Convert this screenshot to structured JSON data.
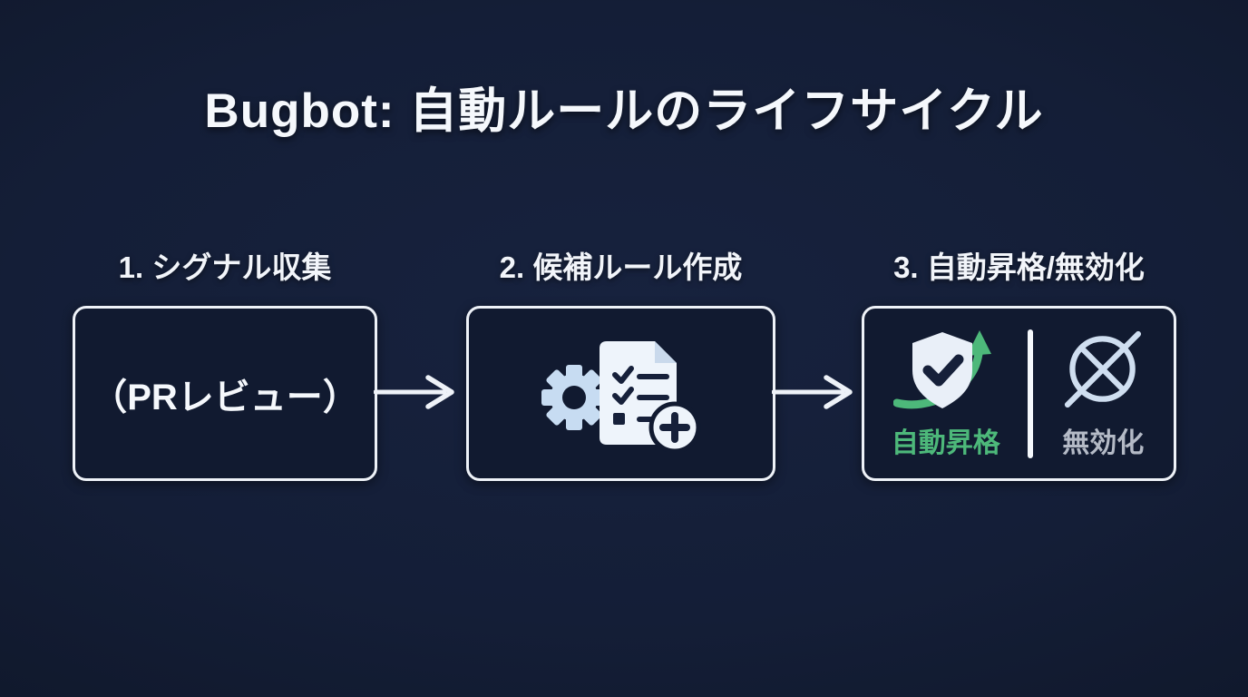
{
  "page": {
    "title": "Bugbot: 自動ルールのライフサイクル"
  },
  "colors": {
    "background": "#141e37",
    "box_border": "#eef2f8",
    "text": "#f2f5fa",
    "promote_green": "#4db87a",
    "disable_gray": "#b4bac6",
    "icon_light_blue": "#c7dcf2",
    "icon_white": "#eef4fb",
    "icon_dark_navy": "#16203a"
  },
  "steps": [
    {
      "label": "1. シグナル収集",
      "box_text": "（PRレビュー）"
    },
    {
      "label": "2. 候補ルール作成",
      "icon": "gear-checklist-document-plus-icon"
    },
    {
      "label": "3. 自動昇格/無効化",
      "outcomes": [
        {
          "label": "自動昇格",
          "icon": "shield-check-growth-arrow-icon"
        },
        {
          "label": "無効化",
          "icon": "crossed-circle-icon"
        }
      ]
    }
  ],
  "connectors": [
    {
      "icon": "arrow-right-icon"
    },
    {
      "icon": "arrow-right-icon"
    }
  ]
}
